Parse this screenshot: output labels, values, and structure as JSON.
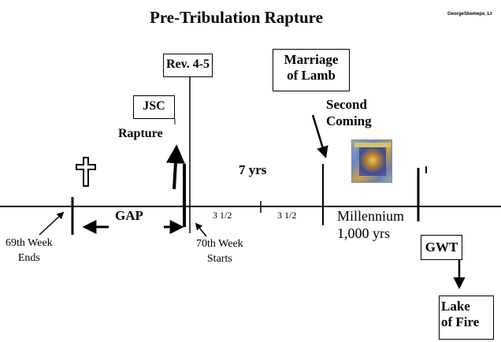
{
  "title": "Pre-Tribulation Rapture",
  "credit": "GeorgeSkemeps_Lt",
  "boxes": {
    "rev": "Rev. 4-5",
    "jsc": "JSC",
    "marriage_line1": "Marriage",
    "marriage_line2": "of Lamb",
    "gwt": "GWT",
    "lake_line1": "Lake",
    "lake_line2": "of Fire"
  },
  "labels": {
    "rapture": "Rapture",
    "second_coming_line1": "Second",
    "second_coming_line2": "Coming",
    "seven_yrs": "7 yrs",
    "gap": "GAP",
    "half_first": "3 1/2",
    "half_second": "3 1/2",
    "millennium": "Millennium",
    "thousand_yrs": "1,000 yrs",
    "week69_line1": "69th Week",
    "week69_line2": "Ends",
    "week70_line1": "70th Week",
    "week70_line2": "Starts"
  },
  "icons": {
    "cross": "cross-icon",
    "picture": "second-coming-artwork"
  },
  "colors": {
    "line": "#000000",
    "background": "#ffffff"
  }
}
